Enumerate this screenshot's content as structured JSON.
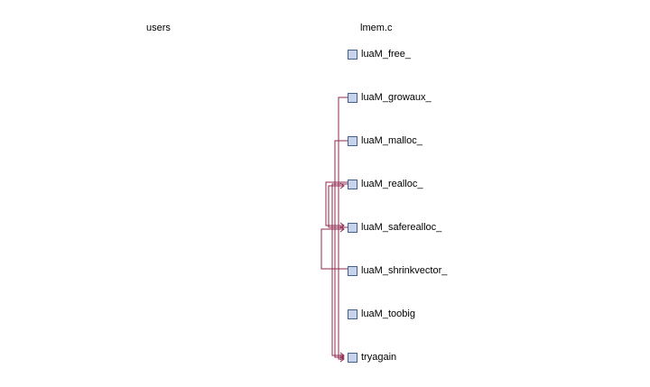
{
  "headers": {
    "users": "users",
    "file": "lmem.c"
  },
  "colors": {
    "edge": "#8d2a4e",
    "node_fill": "#c6d3ea",
    "node_border": "#45608a"
  },
  "nodes": [
    {
      "id": "luaM_free_",
      "label": "luaM_free_"
    },
    {
      "id": "luaM_growaux_",
      "label": "luaM_growaux_"
    },
    {
      "id": "luaM_malloc_",
      "label": "luaM_malloc_"
    },
    {
      "id": "luaM_realloc_",
      "label": "luaM_realloc_"
    },
    {
      "id": "luaM_saferealloc_",
      "label": "luaM_saferealloc_"
    },
    {
      "id": "luaM_shrinkvector_",
      "label": "luaM_shrinkvector_"
    },
    {
      "id": "luaM_toobig",
      "label": "luaM_toobig"
    },
    {
      "id": "tryagain",
      "label": "tryagain"
    }
  ],
  "edges": [
    {
      "from": "luaM_growaux_",
      "to": "tryagain"
    },
    {
      "from": "luaM_malloc_",
      "to": "tryagain"
    },
    {
      "from": "luaM_realloc_",
      "to": "luaM_saferealloc_"
    },
    {
      "from": "luaM_realloc_",
      "to": "tryagain"
    },
    {
      "from": "luaM_saferealloc_",
      "to": "luaM_realloc_"
    },
    {
      "from": "luaM_shrinkvector_",
      "to": "luaM_saferealloc_"
    }
  ]
}
